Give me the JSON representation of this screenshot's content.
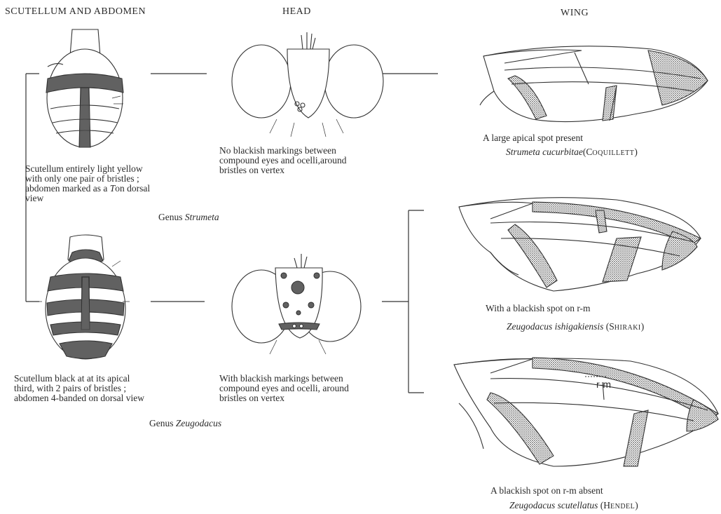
{
  "headers": {
    "scutellum_abdomen": "SCUTELLUM AND ABDOMEN",
    "head": "HEAD",
    "wing": "WING"
  },
  "strumeta": {
    "abdomen_caption_1": "Scutellum entirely light yellow\nwith only one pair of bristles ;\nabdomen marked as a ",
    "abdomen_caption_T": "T",
    "abdomen_caption_2": "on dorsal\nview",
    "head_caption": "No blackish markings between\ncompound eyes and ocelli,around\nbristles on vertex",
    "genus_label": "Genus",
    "genus_name": "Strumeta"
  },
  "zeugodacus": {
    "abdomen_caption": "Scutellum black at at its apical\nthird, with 2 pairs of bristles ;\nabdomen 4-banded on dorsal view",
    "head_caption": "With blackish markings between\ncompound eyes and ocelli, around\nbristles on vertex",
    "genus_label": "Genus",
    "genus_name": "Zeugodacus"
  },
  "wings": [
    {
      "caption": "A large apical spot present",
      "genus": "Strumeta",
      "species": "cucurbitae",
      "author_initial": "(C",
      "author_rest": "OQUILLETT",
      "author_close": ")"
    },
    {
      "caption": "With a blackish spot on r-m",
      "genus": "Zeugodacus",
      "species": "ishigakiensis",
      "author_initial": "(S",
      "author_rest": "HIRAKI",
      "author_close": ")"
    },
    {
      "caption": "A blackish spot on r-m absent",
      "genus": "Zeugodacus",
      "species": "scutellatus",
      "author_initial": "(H",
      "author_rest": "ENDEL",
      "author_close": ")"
    }
  ],
  "vein_label": "r-m",
  "colors": {
    "ink": "#2a2a2a",
    "shade": "#8a8a8a",
    "dark_shade": "#3a3a3a"
  }
}
